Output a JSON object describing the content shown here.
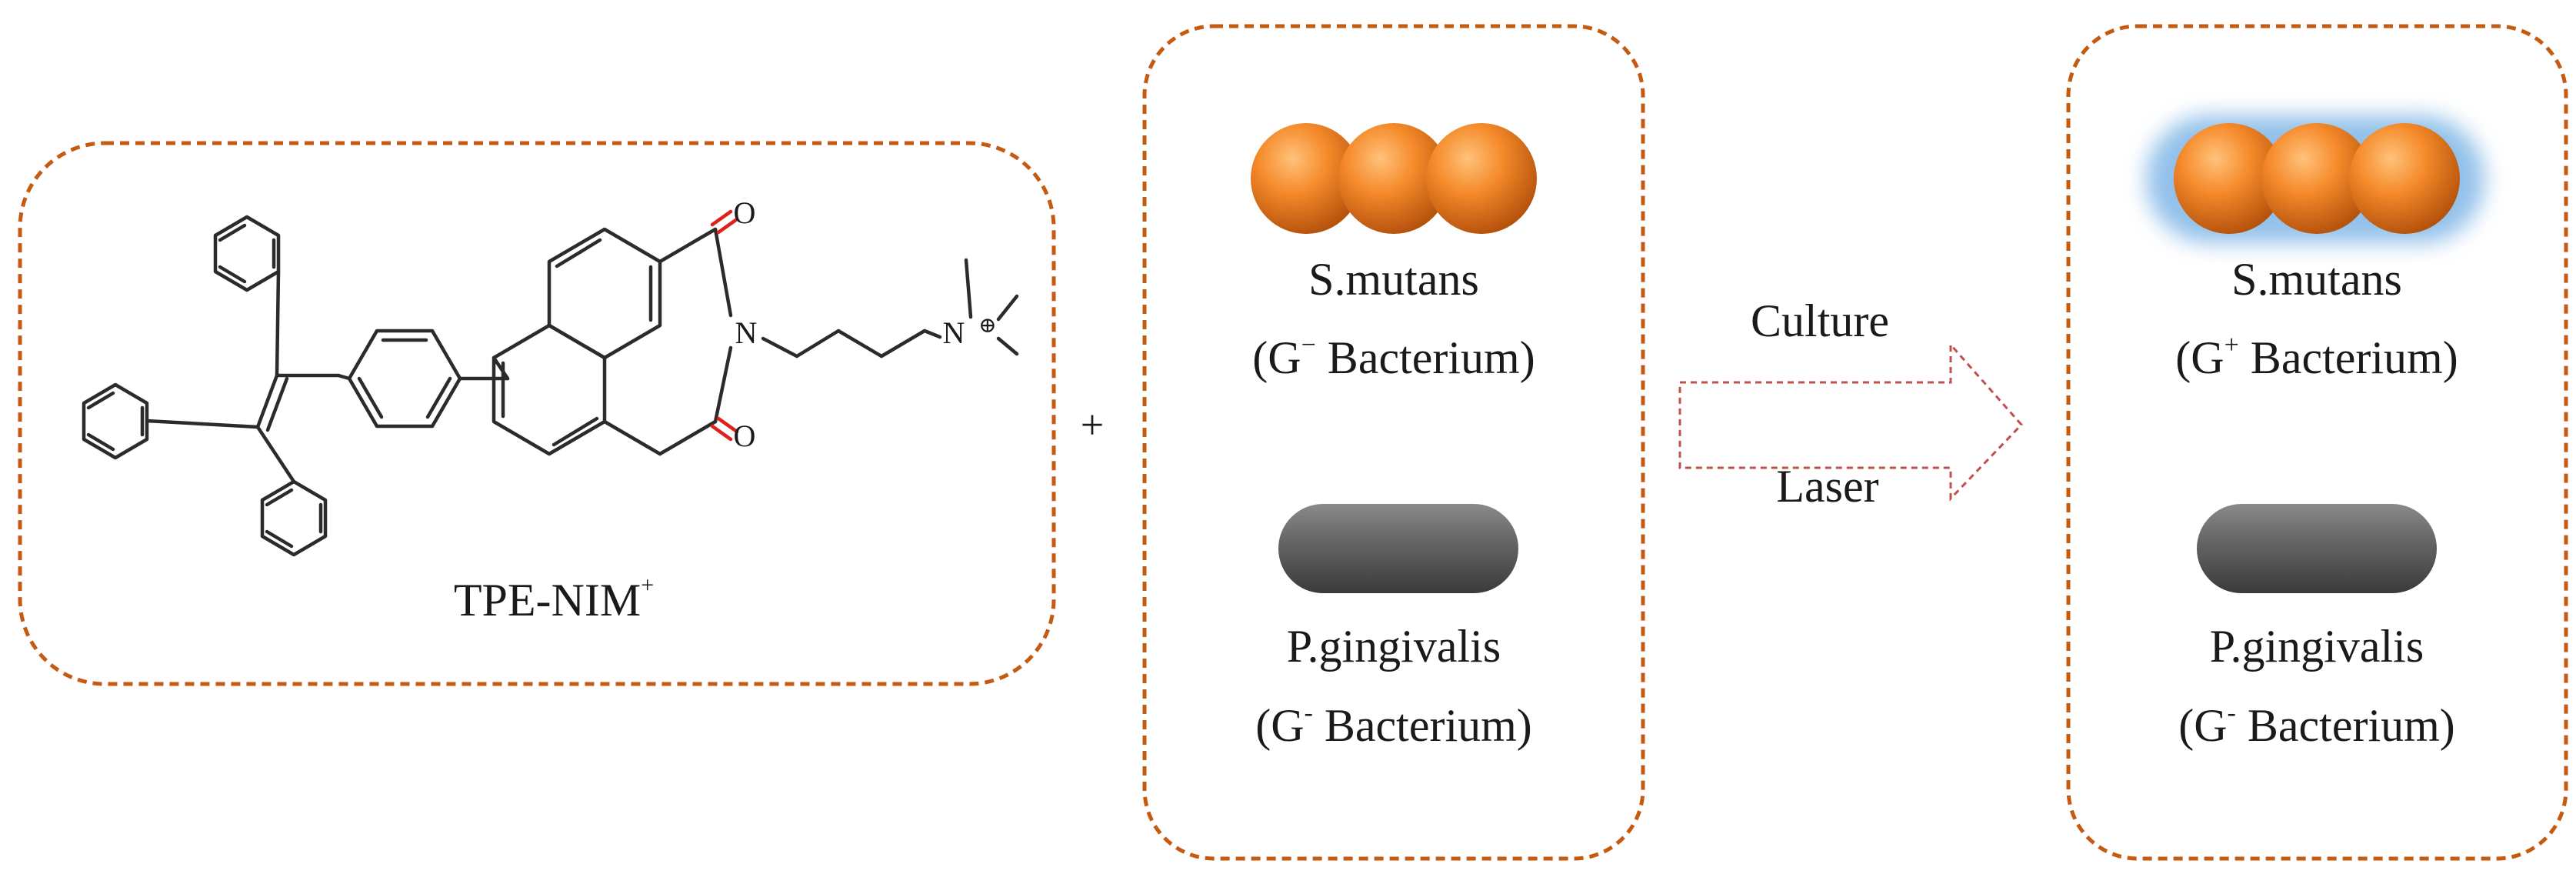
{
  "compound": {
    "name": "TPE-NIM",
    "name_superscript": "+",
    "atom_oxygen": "O",
    "atom_nitrogen": "N",
    "charge_symbol": "⊕"
  },
  "plus_sign": "+",
  "before_panel": {
    "items": [
      {
        "name": "S.mutans",
        "gram_prefix": "(G",
        "gram_sup": "−",
        "gram_suffix": " Bacterium)",
        "shape": "coccus-chain",
        "color": "#f07c1e"
      },
      {
        "name": "P.gingivalis",
        "gram_prefix": "(G",
        "gram_sup": "-",
        "gram_suffix": " Bacterium)",
        "shape": "rod",
        "color": "#505050"
      }
    ]
  },
  "process": {
    "top_label": "Culture",
    "bottom_label": "Laser",
    "arrow_color": "#c0504d"
  },
  "after_panel": {
    "items": [
      {
        "name": "S.mutans",
        "gram_prefix": "(G",
        "gram_sup": "+",
        "gram_suffix": " Bacterium)",
        "shape": "coccus-chain-glow",
        "color": "#f07c1e",
        "glow_color": "#7fb6e6"
      },
      {
        "name": "P.gingivalis",
        "gram_prefix": "(G",
        "gram_sup": "-",
        "gram_suffix": " Bacterium)",
        "shape": "rod",
        "color": "#505050"
      }
    ]
  },
  "colors": {
    "panel_border": "#c55a11",
    "oxygen": "#e0211b",
    "nitrogen": "#2a54a8",
    "bond": "#2b2b2b"
  }
}
